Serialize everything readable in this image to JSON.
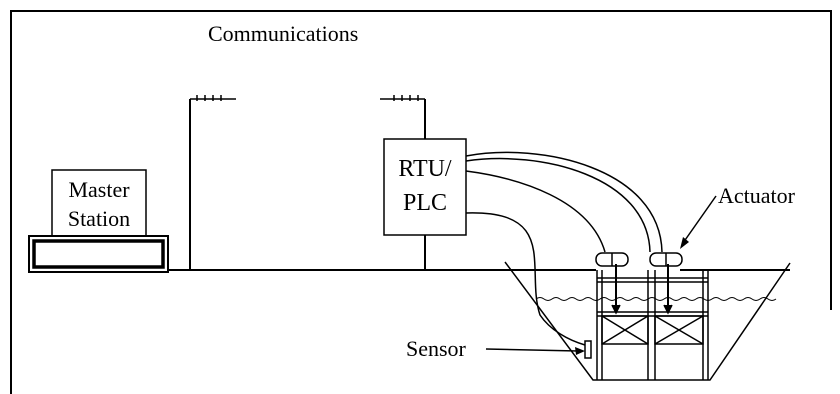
{
  "labels": {
    "communications": "Communications",
    "master_line1": "Master",
    "master_line2": "Station",
    "rtu_line1": "RTU/",
    "rtu_line2": "PLC",
    "actuator": "Actuator",
    "sensor": "Sensor"
  },
  "colors": {
    "line": "#000000",
    "background": "#ffffff"
  }
}
